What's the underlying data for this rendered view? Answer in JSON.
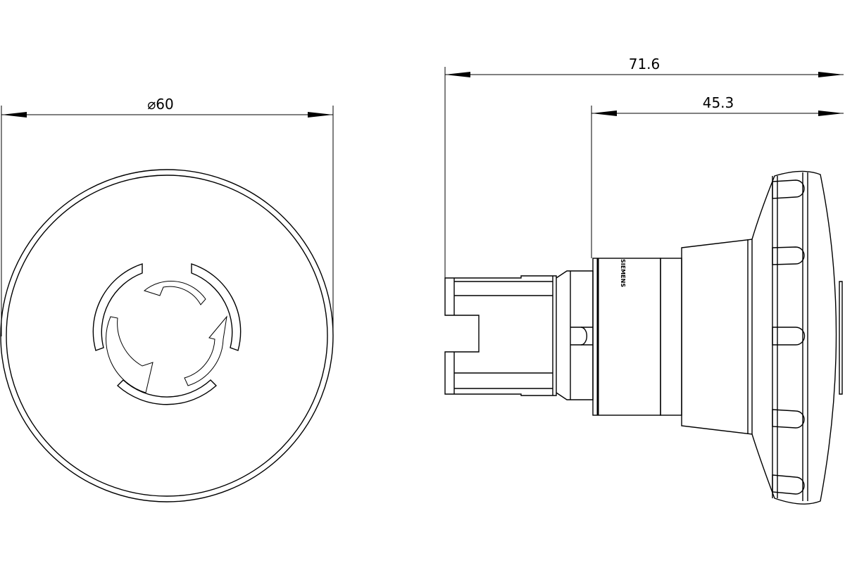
{
  "drawing": {
    "front_view": {
      "diameter_label": "⌀60"
    },
    "side_view": {
      "overall_length_label": "71.6",
      "front_length_label": "45.3",
      "logo_text": "SIEMENS"
    },
    "line_color": "#000000",
    "background": "#ffffff"
  }
}
